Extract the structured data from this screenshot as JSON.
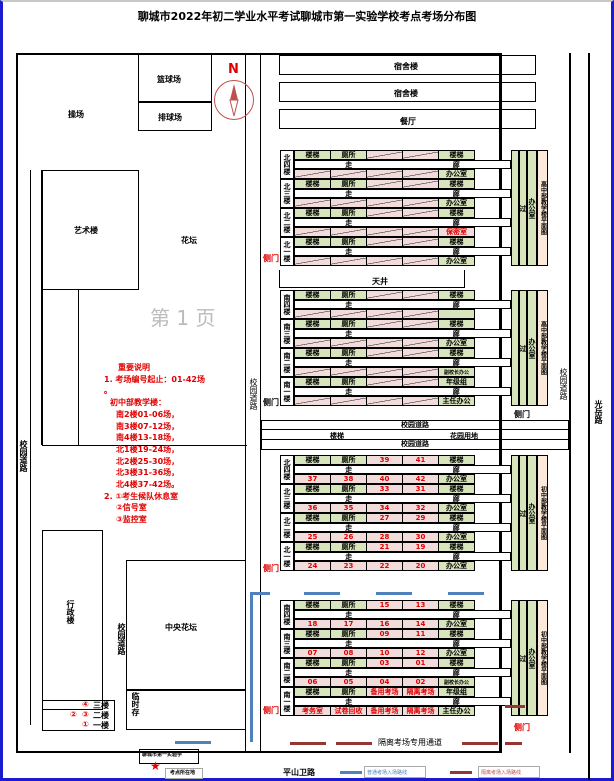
{
  "title": "聊城市2022年初二学业水平考试聊城市第一实验学校考点考场分布图",
  "compass": "N",
  "areas": {
    "playground": "操场",
    "basketball": "篮球场",
    "volleyball": "排球场",
    "art_building": "艺术楼",
    "flowerbed": "花坛",
    "dorm1": "宿舍楼",
    "dorm2": "宿舍楼",
    "canteen": "餐厅",
    "courtyard": "天井",
    "admin": "行政楼",
    "central_flowerbed": "中央花坛",
    "temp_storage": "临时存",
    "campus_road": "校园道路",
    "campus_road_h": "校园道路",
    "garden_land": "花园用地",
    "stairs": "楼梯",
    "guangyue_road": "光岳路",
    "pingshanwei_road": "平山卫路",
    "school_gate": "聊城市第一实验学",
    "location": "考点所在地",
    "side_door": "侧门",
    "corridor_a": "走",
    "corridor_b": "廊",
    "hall_a": "过",
    "hall_b": "廊",
    "office": "办公室",
    "high_school_plan": "高中部教学楼平面图",
    "junior_high_plan": "初中部教学楼平面图",
    "isolation_path": "隔离考场专用通道"
  },
  "floors_admin": [
    "三楼",
    "二楼",
    "一楼"
  ],
  "admin_marks": [
    "④",
    "②",
    "③",
    "①"
  ],
  "north_high": [
    {
      "name": "北四楼",
      "top": [
        "楼梯",
        "厕所",
        "",
        "",
        "楼梯"
      ],
      "bottom": [
        "",
        "",
        "",
        "",
        "办公室"
      ]
    },
    {
      "name": "北三楼",
      "top": [
        "楼梯",
        "厕所",
        "",
        "",
        "楼梯"
      ],
      "bottom": [
        "",
        "",
        "",
        "",
        "办公室"
      ]
    },
    {
      "name": "北二楼",
      "top": [
        "楼梯",
        "厕所",
        "",
        "",
        "楼梯"
      ],
      "bottom": [
        "",
        "",
        "",
        "",
        "保密室"
      ]
    },
    {
      "name": "北一楼",
      "top": [
        "楼梯",
        "厕所",
        "",
        "",
        "楼梯"
      ],
      "bottom": [
        "",
        "",
        "",
        "",
        "办公室"
      ]
    }
  ],
  "south_high": [
    {
      "name": "南四楼",
      "top": [
        "楼梯",
        "厕所",
        "",
        "",
        "楼梯"
      ],
      "bottom": [
        "",
        "",
        "",
        "",
        ""
      ]
    },
    {
      "name": "南三楼",
      "top": [
        "楼梯",
        "厕所",
        "",
        "",
        "楼梯"
      ],
      "bottom": [
        "",
        "",
        "",
        "",
        "办公室"
      ]
    },
    {
      "name": "南二楼",
      "top": [
        "楼梯",
        "厕所",
        "",
        "",
        "楼梯"
      ],
      "bottom": [
        "",
        "",
        "",
        "",
        "副校长办公"
      ]
    },
    {
      "name": "南一楼",
      "top": [
        "楼梯",
        "厕所",
        "",
        "",
        "年级组"
      ],
      "bottom": [
        "",
        "",
        "",
        "",
        "主任办公"
      ]
    }
  ],
  "north_junior": [
    {
      "name": "北四楼",
      "top": [
        "楼梯",
        "厕所",
        "39",
        "41",
        "楼梯"
      ],
      "bottom": [
        "37",
        "38",
        "40",
        "42",
        "办公室"
      ]
    },
    {
      "name": "北三楼",
      "top": [
        "楼梯",
        "厕所",
        "33",
        "31",
        "楼梯"
      ],
      "bottom": [
        "36",
        "35",
        "34",
        "32",
        "办公室"
      ]
    },
    {
      "name": "北二楼",
      "top": [
        "楼梯",
        "厕所",
        "27",
        "29",
        "楼梯"
      ],
      "bottom": [
        "25",
        "26",
        "28",
        "30",
        "办公室"
      ]
    },
    {
      "name": "北一楼",
      "top": [
        "楼梯",
        "厕所",
        "21",
        "19",
        "楼梯"
      ],
      "bottom": [
        "24",
        "23",
        "22",
        "20",
        "办公室"
      ]
    }
  ],
  "south_junior": [
    {
      "name": "南四楼",
      "top": [
        "楼梯",
        "厕所",
        "15",
        "13",
        "楼梯"
      ],
      "bottom": [
        "18",
        "17",
        "16",
        "14",
        "办公室"
      ]
    },
    {
      "name": "南三楼",
      "top": [
        "楼梯",
        "厕所",
        "09",
        "11",
        "楼梯"
      ],
      "bottom": [
        "07",
        "08",
        "10",
        "12",
        "办公室"
      ]
    },
    {
      "name": "南二楼",
      "top": [
        "楼梯",
        "厕所",
        "03",
        "01",
        "楼梯"
      ],
      "bottom": [
        "06",
        "05",
        "04",
        "02",
        "副校长办公"
      ]
    },
    {
      "name": "南一楼",
      "top": [
        "楼梯",
        "厕所",
        "备用考场",
        "隔离考场",
        "年级组"
      ],
      "bottom": [
        "考务室",
        "试卷回收",
        "备用考场",
        "隔离考场",
        "主任办公"
      ]
    }
  ],
  "notes": [
    "重要说明",
    "1. 考场编号起止：01-42场",
    "。",
    "初中部教学楼：",
    "南2楼01-06场，",
    "南3楼07-12场，",
    "南4楼13-18场，",
    "北1楼19-24场，",
    "北2楼25-30场，",
    "北3楼31-36场，",
    "北4楼37-42场。",
    "2. ①考生候队休息室",
    "②信号室",
    "③监控室"
  ],
  "watermark": "第 1 页",
  "legend": {
    "normal": "普通考场入场路线",
    "isolation": "隔离考场入场路线"
  },
  "colors": {
    "green": "#d8e4bc",
    "pink": "#f2dcdb",
    "orange": "#fde9d9",
    "red": "#e00000",
    "blue_arrow": "#4f81bd",
    "red_arrow": "#943634"
  }
}
